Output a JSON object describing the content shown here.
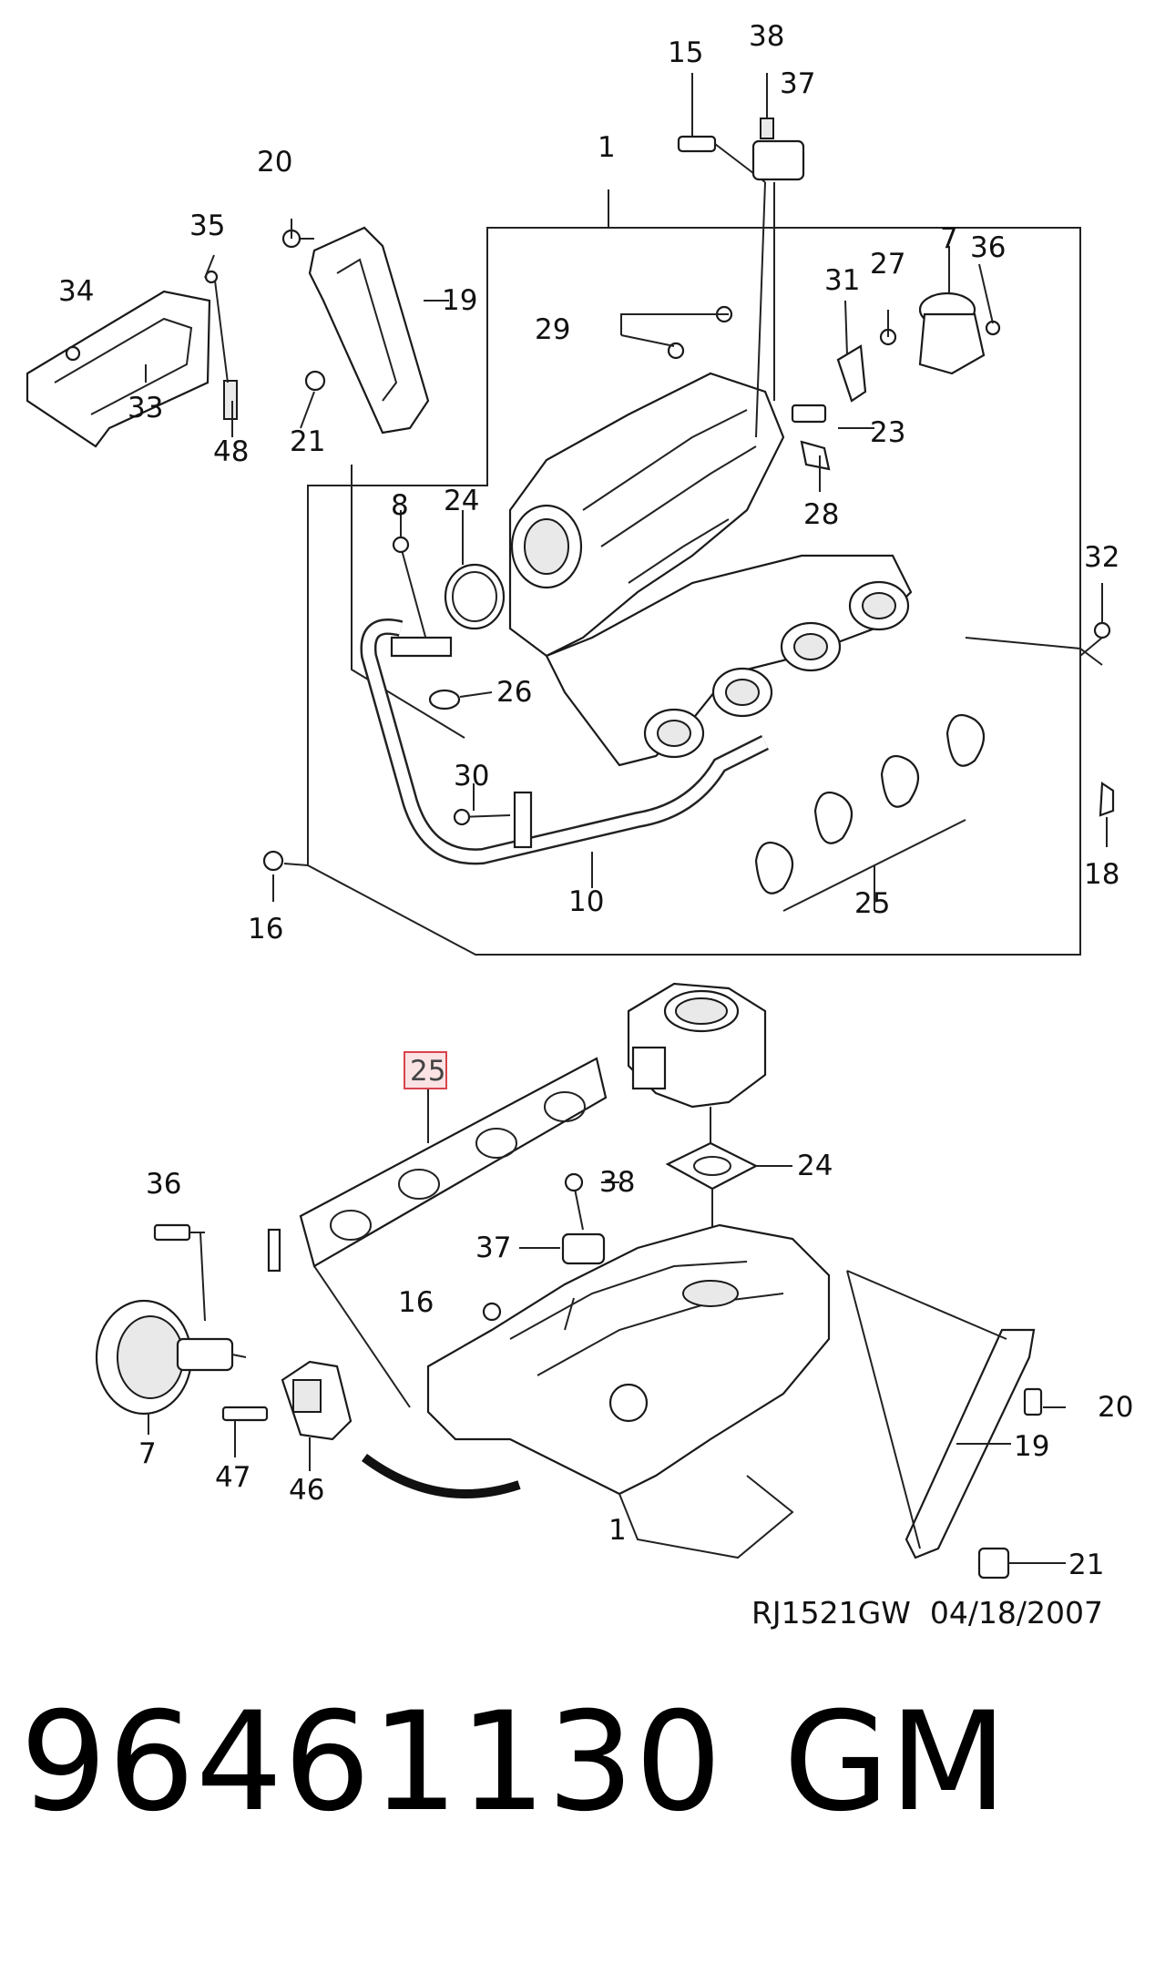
{
  "diagram": {
    "upper_callouts": [
      {
        "id": "c1",
        "label": "1"
      },
      {
        "id": "c15",
        "label": "15"
      },
      {
        "id": "c38",
        "label": "38"
      },
      {
        "id": "c37",
        "label": "37"
      },
      {
        "id": "c20",
        "label": "20"
      },
      {
        "id": "c35",
        "label": "35"
      },
      {
        "id": "c34",
        "label": "34"
      },
      {
        "id": "c19",
        "label": "19"
      },
      {
        "id": "c33",
        "label": "33"
      },
      {
        "id": "c21",
        "label": "21"
      },
      {
        "id": "c48",
        "label": "48"
      },
      {
        "id": "c29",
        "label": "29"
      },
      {
        "id": "c31",
        "label": "31"
      },
      {
        "id": "c27",
        "label": "27"
      },
      {
        "id": "c7",
        "label": "7"
      },
      {
        "id": "c36",
        "label": "36"
      },
      {
        "id": "c23",
        "label": "23"
      },
      {
        "id": "c28",
        "label": "28"
      },
      {
        "id": "c8",
        "label": "8"
      },
      {
        "id": "c24",
        "label": "24"
      },
      {
        "id": "c32",
        "label": "32"
      },
      {
        "id": "c26",
        "label": "26"
      },
      {
        "id": "c30",
        "label": "30"
      },
      {
        "id": "c18",
        "label": "18"
      },
      {
        "id": "c16",
        "label": "16"
      },
      {
        "id": "c10",
        "label": "10"
      },
      {
        "id": "c25",
        "label": "25"
      }
    ],
    "lower_callouts": [
      {
        "id": "d25",
        "label": "25",
        "highlighted": true
      },
      {
        "id": "d24",
        "label": "24"
      },
      {
        "id": "d36",
        "label": "36"
      },
      {
        "id": "d38",
        "label": "38"
      },
      {
        "id": "d37",
        "label": "37"
      },
      {
        "id": "d16",
        "label": "16"
      },
      {
        "id": "d20",
        "label": "20"
      },
      {
        "id": "d19",
        "label": "19"
      },
      {
        "id": "d7",
        "label": "7"
      },
      {
        "id": "d47",
        "label": "47"
      },
      {
        "id": "d46",
        "label": "46"
      },
      {
        "id": "d1",
        "label": "1"
      },
      {
        "id": "d21",
        "label": "21"
      }
    ],
    "reference_code": "RJ1521GW  04/18/2007",
    "highlight_color": "#d9434b",
    "highlight_fill": "#fbe3e4"
  },
  "part_number": "96461130",
  "brand": "GM"
}
